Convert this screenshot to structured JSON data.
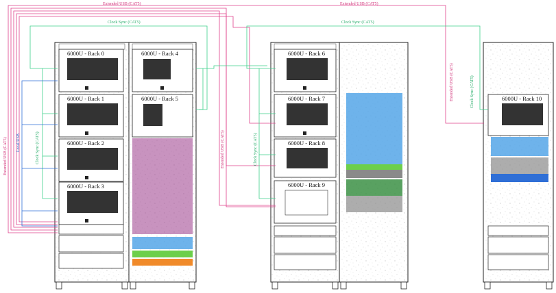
{
  "labels": {
    "extended_usb": "Extended USB (CAT5)",
    "clock_sync": "Clock Sync (CAT5)",
    "local_usb": "Local USB"
  },
  "racks": {
    "r0": "6000U - Rack 0",
    "r1": "6000U - Rack 1",
    "r2": "6000U - Rack 2",
    "r3": "6000U - Rack 3",
    "r4": "6000U - Rack 4",
    "r5": "6000U - Rack 5",
    "r6": "6000U - Rack 6",
    "r7": "6000U - Rack 7",
    "r8": "6000U - Rack 8",
    "r9": "6000U - Rack 9",
    "r10": "6000U - Rack 10"
  },
  "colors": {
    "extended_usb": "#e0408a",
    "clock_sync": "#3ccf8a",
    "local_usb": "#2f6fd6",
    "patch_purple": "#9a3a8a",
    "patch_blue": "#4aa0e6",
    "patch_green": "#6ccf4a",
    "patch_orange": "#f08a2a",
    "patch_dkgreen": "#2f8a3a",
    "patch_gray": "#8a8a8a"
  }
}
